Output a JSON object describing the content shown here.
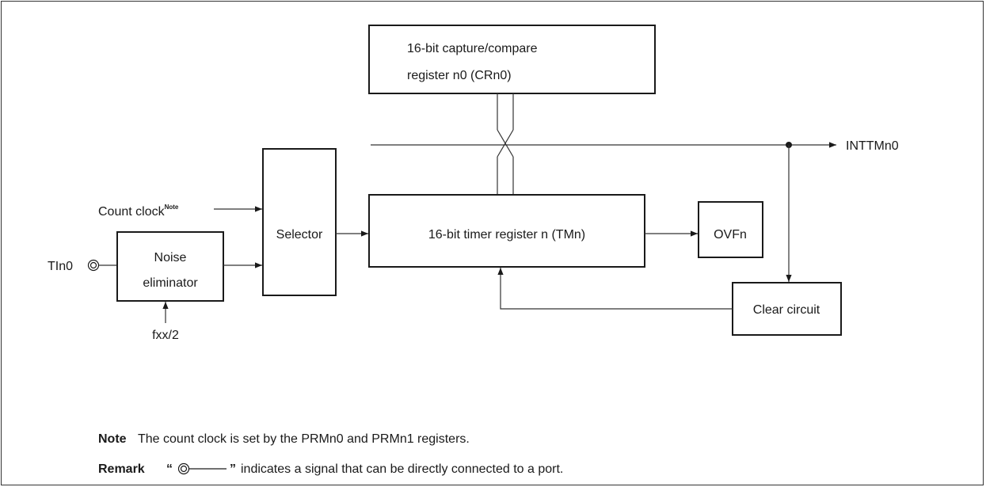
{
  "diagram": {
    "capture_register": {
      "line1": "16-bit capture/compare",
      "line2": "register n0 (CRn0)"
    },
    "inttm_label": "INTTMn0",
    "count_clock": {
      "label": "Count clock",
      "sup": "Note"
    },
    "selector_label": "Selector",
    "timer_register_label": "16-bit timer register n (TMn)",
    "ovf_label": "OVFn",
    "tin_label": "TIn0",
    "noise_eliminator": {
      "line1": "Noise",
      "line2": "eliminator"
    },
    "fxx_label": "fxx/2",
    "clear_circuit_label": "Clear circuit",
    "port_symbol": "◎"
  },
  "notes": {
    "note_key": "Note",
    "note_text": "The count clock is set by the PRMn0 and PRMn1 registers.",
    "remark_key": "Remark",
    "remark_open_quote": "“",
    "remark_close_quote": "”",
    "remark_text": "indicates a signal that can be directly connected to a port."
  }
}
